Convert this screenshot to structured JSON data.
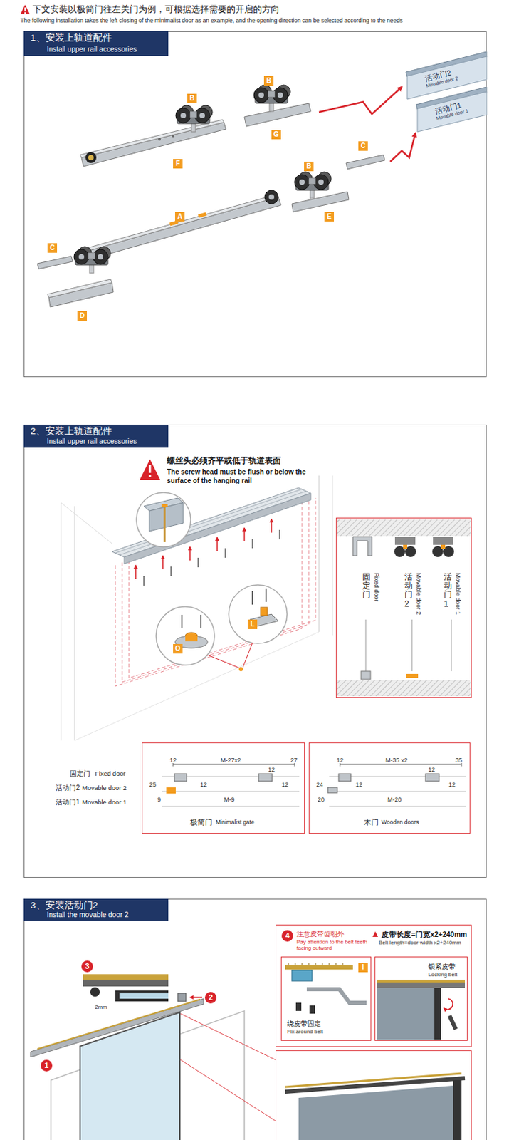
{
  "diagram": {
    "title": "下文安装以极简门往左关门为例，可根据选择需要的开启的方向",
    "nodes": [
      {
        "text": [
          "1、安装上轨道配件",
          "Install upper rail accessories"
        ]
      },
      {
        "text": [
          "B"
        ]
      },
      {
        "text": [
          "B"
        ]
      },
      {
        "text": [
          "G"
        ]
      },
      {
        "text": [
          "C"
        ]
      },
      {
        "text": [
          "F"
        ]
      },
      {
        "text": [
          "B"
        ]
      },
      {
        "text": [
          "E"
        ]
      },
      {
        "text": [
          "A"
        ]
      },
      {
        "text": [
          "C"
        ]
      },
      {
        "text": [
          "D"
        ]
      },
      {
        "text": [
          "2、安装上轨道配件",
          "Install upper rail accessories"
        ]
      },
      {
        "text": [
          "L"
        ]
      },
      {
        "text": [
          "O"
        ]
      },
      {
        "text": [
          "固定门",
          "Fixed door",
          "活动门2",
          "Movable door 2",
          "活动门1",
          "Movable door 1"
        ]
      },
      {
        "text": [
          "12",
          "M-27x2",
          "12",
          "27",
          "25",
          "12",
          "12",
          "9",
          "M-9",
          "极简门",
          "Minimalist gate"
        ]
      },
      {
        "text": [
          "12",
          "M-35 x2",
          "12",
          "35",
          "24",
          "12",
          "12",
          "20",
          "M-20",
          "木门",
          "Wooden doors"
        ]
      },
      {
        "text": [
          "3、安装活动门2",
          "Install the movable door 2"
        ]
      },
      {
        "text": [
          "3"
        ]
      },
      {
        "text": [
          "2"
        ]
      },
      {
        "text": [
          "1"
        ]
      },
      {
        "text": [
          "注意皮带齿朝外",
          "Pay attention to the belt teeth facing outward",
          "皮带长度=门宽x2+240mm",
          "Belt length=door width x2+240mm"
        ]
      },
      {
        "text": [
          "4"
        ],
        "in": 21
      },
      {
        "text": [
          "绕皮带固定",
          "Fix around belt"
        ],
        "in": 21
      },
      {
        "text": [
          "I"
        ],
        "in": 23
      },
      {
        "text": [
          "锁紧皮带",
          "Locking belt"
        ],
        "in": 21
      }
    ],
    "labels": [
      "The following installation takes the left closing of the minimalist door as an example, and the opening direction can be selected according to the needs",
      "活动门2",
      "Movable door 2",
      "活动门1",
      "Movable door 1",
      "螺丝头必须齐平或低于轨道表面",
      "The screw head must be flush or below the surface of the hanging rail",
      "固定门",
      "Fixed door",
      "活动门2",
      "Movable door 2",
      "活动门1",
      "Movable door 1",
      "2mm"
    ]
  }
}
